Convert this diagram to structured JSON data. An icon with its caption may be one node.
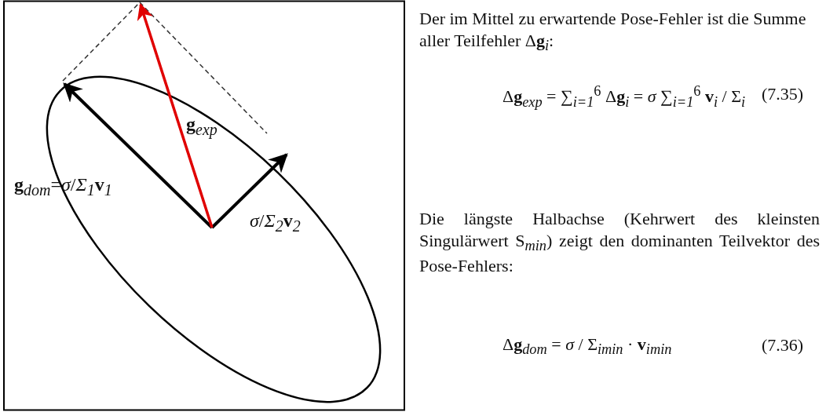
{
  "diagram": {
    "labels": [
      "**g**$_{exp}$",
      "**g**$_{dom}$=*σ*/*Σ*$_{1}$**v**$_{1}$",
      "*σ*/*Σ*$_{2}$**v**$_{2}$",
      "Der im Mittel zu erwartende Pose-Fehler ist die Summe aller Teilfehler Δ**g**$_{i}$:",
      "Δ**g**$_{exp}$ = ∑$_{i=1}$$^{6}$ Δ**g**$_{i}$ = *σ* ∑$_{i=1}$$^{6}$ **v**$_{i}$ / Σ$_{i}$",
      "(7.35)",
      "Die längste Halbachse (Kehrwert des kleinsten Singulärwert S$_{min}$) zeigt den dominanten Teilvektor des Pose-Fehlers:",
      "Δ**g**$_{dom}$ = *σ* / Σ$_{imin}$ · **v**$_{imin}$",
      "(7.36)"
    ]
  }
}
